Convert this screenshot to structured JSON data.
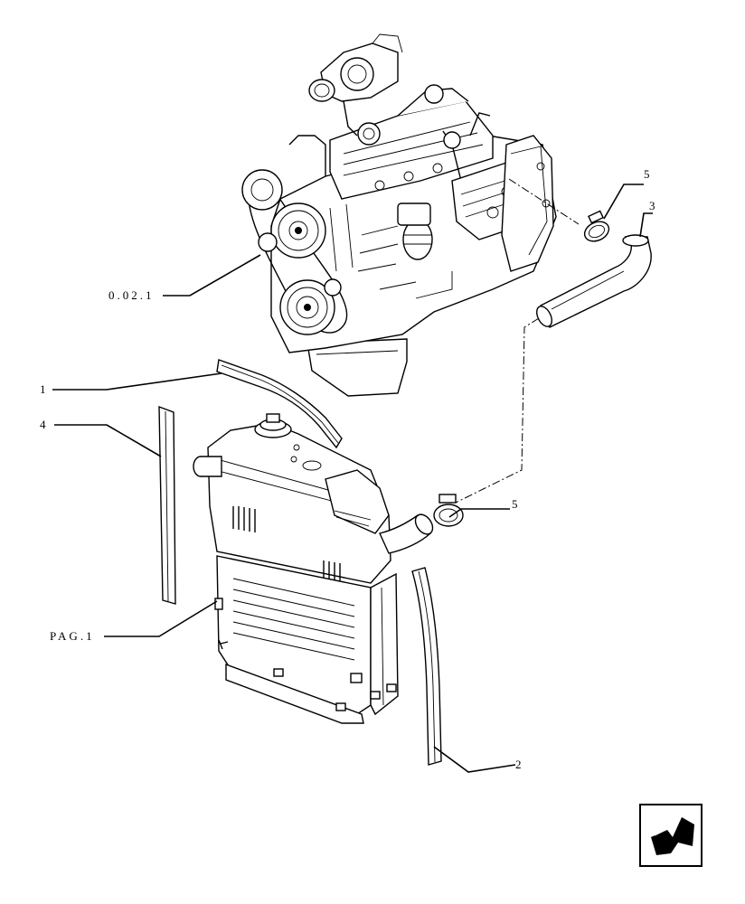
{
  "callouts": {
    "engine_ref": "0.02.1",
    "radiator_ref": "PAG.1",
    "item_1": "1",
    "item_2": "2",
    "item_3": "3",
    "item_4": "4",
    "item_5_upper": "5",
    "item_5_lower": "5"
  },
  "icons": {
    "engine": "engine-icon",
    "radiator": "radiator-icon",
    "hose": "hose-icon",
    "clamp": "hose-clamp-icon",
    "seal_strip": "seal-strip-icon",
    "next_page": "next-page-arrow-icon"
  }
}
